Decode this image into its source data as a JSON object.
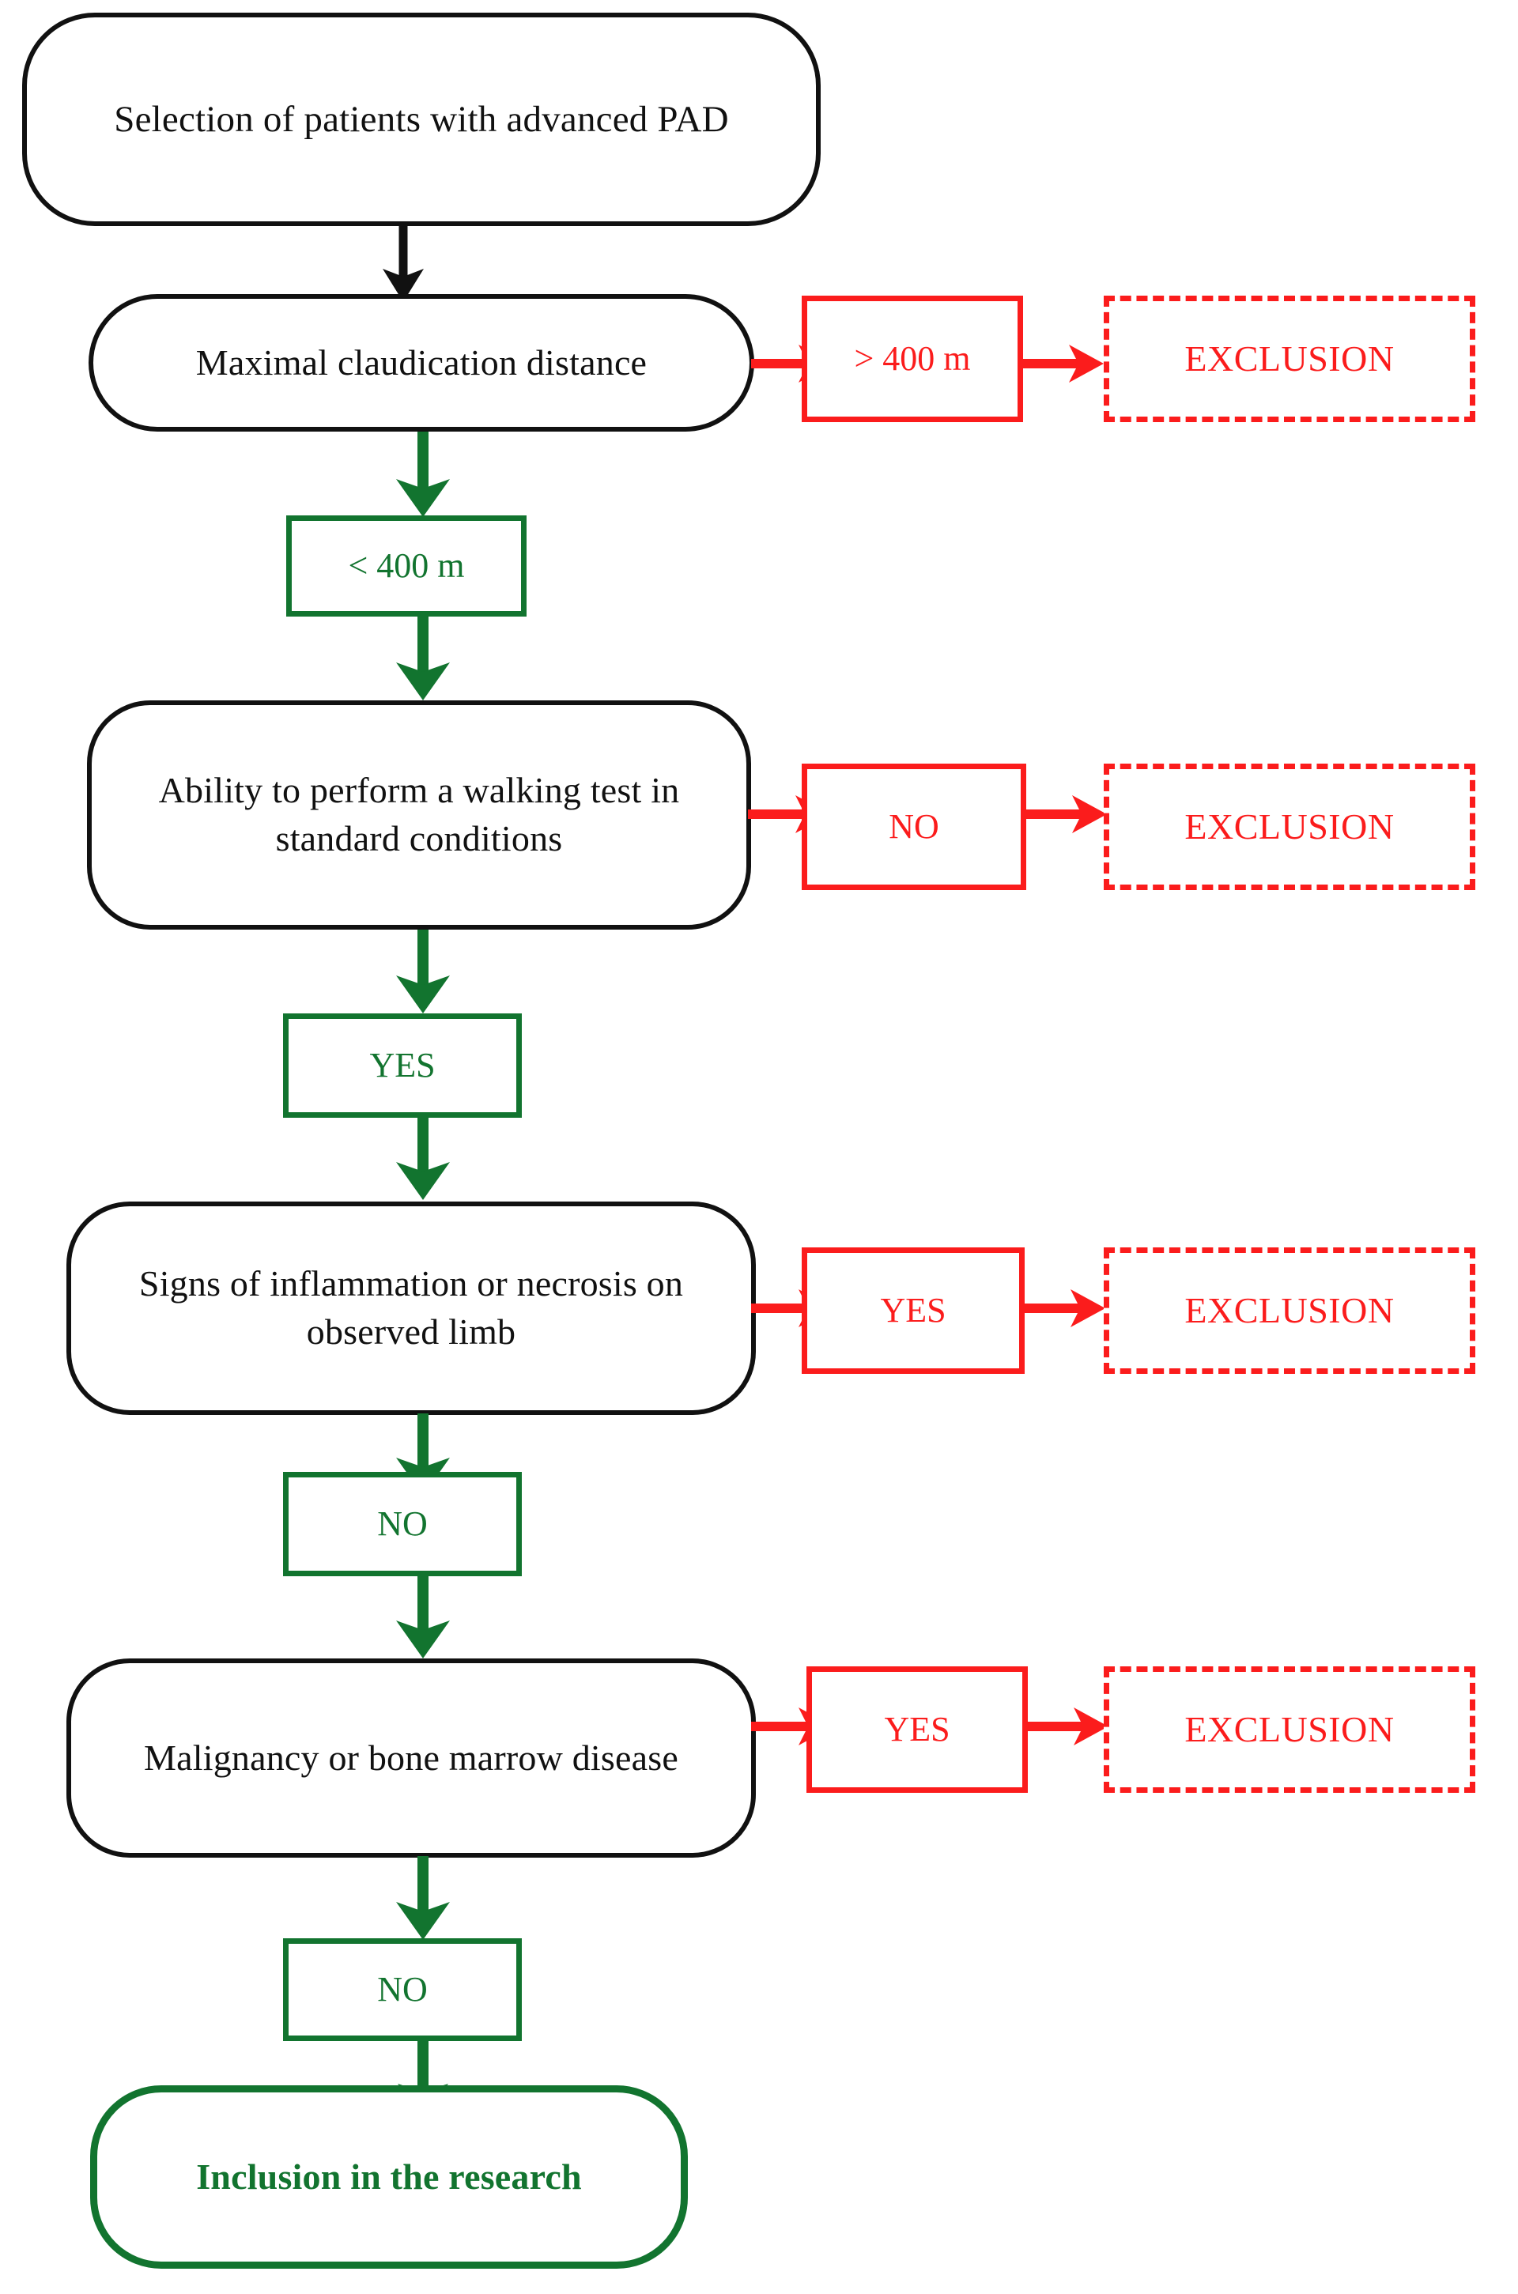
{
  "figure": {
    "type": "flowchart",
    "orientation": "vertical",
    "colors": {
      "include_green": "#12742f",
      "exclude_red": "#fb1c1c",
      "node_black": "#111111",
      "background": "#ffffff"
    }
  },
  "nodes": {
    "start": "Selection of patients with advanced PAD",
    "step1": "Maximal claudication distance",
    "step2": "Ability to perform a walking test in standard conditions",
    "step3": "Signs of inflammation or necrosis on observed limb",
    "step4": "Malignancy or bone marrow disease",
    "end": "Inclusion in the research"
  },
  "branches": {
    "step1_exclude_label": "> 400 m",
    "step1_continue_label": "< 400 m",
    "step2_exclude_label": "NO",
    "step2_continue_label": "YES",
    "step3_exclude_label": "YES",
    "step3_continue_label": "NO",
    "step4_exclude_label": "YES",
    "step4_continue_label": "NO"
  },
  "exclusions": {
    "e1": "EXCLUSION",
    "e2": "EXCLUSION",
    "e3": "EXCLUSION",
    "e4": "EXCLUSION"
  }
}
